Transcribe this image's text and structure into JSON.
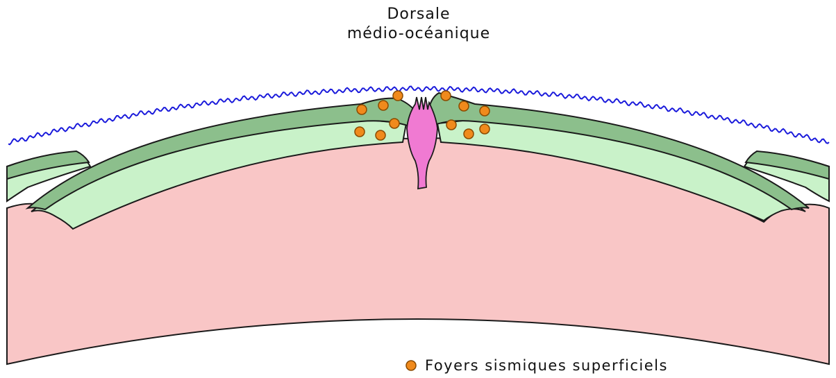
{
  "title": {
    "line1": "Dorsale",
    "line2": "médio-océanique"
  },
  "legend": {
    "label": "Foyers sismiques superficiels",
    "marker_color": "#f08a1c"
  },
  "colors": {
    "ocean_surface": "#1a1adb",
    "mantle": "#f9c6c6",
    "lithosphere": "#c9f2c9",
    "crust": "#8cbf8c",
    "magma": "#f07ad2",
    "focus_fill": "#f08a1c",
    "focus_stroke": "#8a4a00",
    "outline": "#1a1a1a"
  }
}
